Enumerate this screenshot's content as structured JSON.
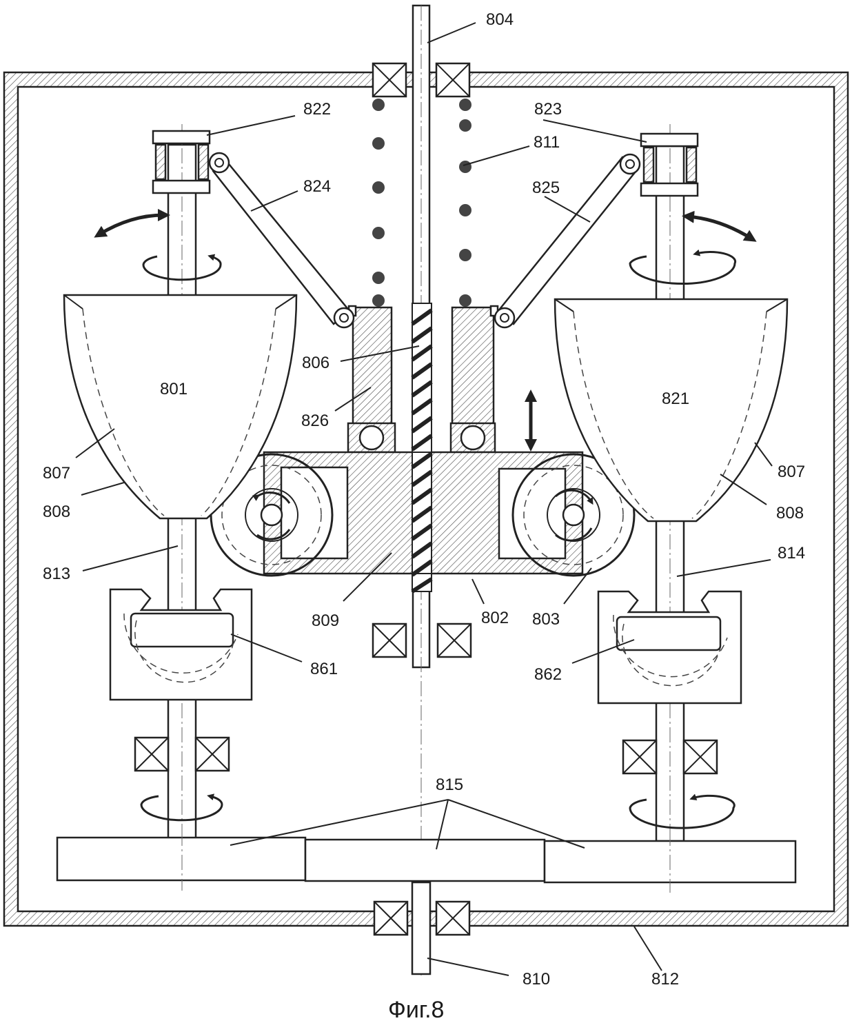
{
  "figure": {
    "caption": "Фиг.8",
    "labels": {
      "l801": "801",
      "l802": "802",
      "l803": "803",
      "l804": "804",
      "l806": "806",
      "l807a": "807",
      "l807b": "807",
      "l808a": "808",
      "l808b": "808",
      "l809": "809",
      "l810": "810",
      "l811": "811",
      "l812": "812",
      "l813": "813",
      "l814": "814",
      "l815": "815",
      "l821": "821",
      "l822": "822",
      "l823": "823",
      "l824": "824",
      "l825": "825",
      "l826": "826",
      "l861": "861",
      "l862": "862"
    }
  }
}
